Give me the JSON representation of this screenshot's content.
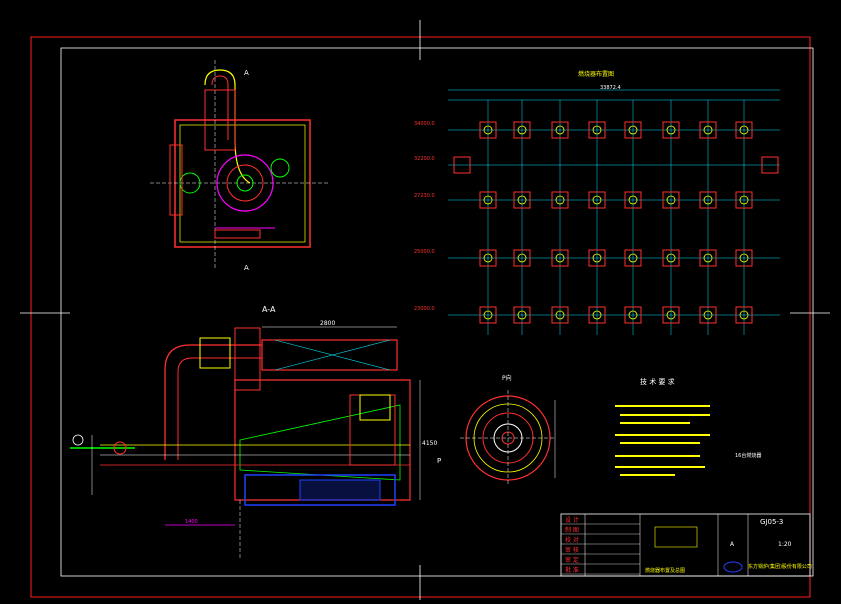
{
  "colors": {
    "background": "#000000",
    "border": "#ff2020",
    "line": "#ffffff",
    "grid": "#00e5ff",
    "red": "#ff3030",
    "yellow": "#ffff00",
    "green": "#00ff00",
    "magenta": "#ff00ff",
    "blue": "#2040ff"
  },
  "labels": {
    "section_marker_top": "A",
    "section_marker_bottom": "A",
    "section_title": "A-A",
    "view_p": "P",
    "view_p_label": "P向",
    "dim_width": "2800",
    "dim_left": "1400",
    "dim_height": "4150",
    "plan_total_dim": "33872.4",
    "plan_title": "燃烧器布置图",
    "notes_title": "技 术 要 求",
    "notes_extra": "16台燃烧器",
    "level_1": "34000.0",
    "level_2": "32200.0",
    "level_3": "27230.0",
    "level_4": "25000.0",
    "level_5": "23000.0"
  },
  "title_block": {
    "drawing_no": "GJ05-3",
    "revision": "A",
    "scale": "1:20",
    "company": "东方锅炉(集团)股份有限公司",
    "row_labels": [
      "设 计",
      "制 图",
      "校 对",
      "审 核",
      "审 定",
      "批 准"
    ],
    "bottom_label": "燃烧器布置及总图"
  }
}
